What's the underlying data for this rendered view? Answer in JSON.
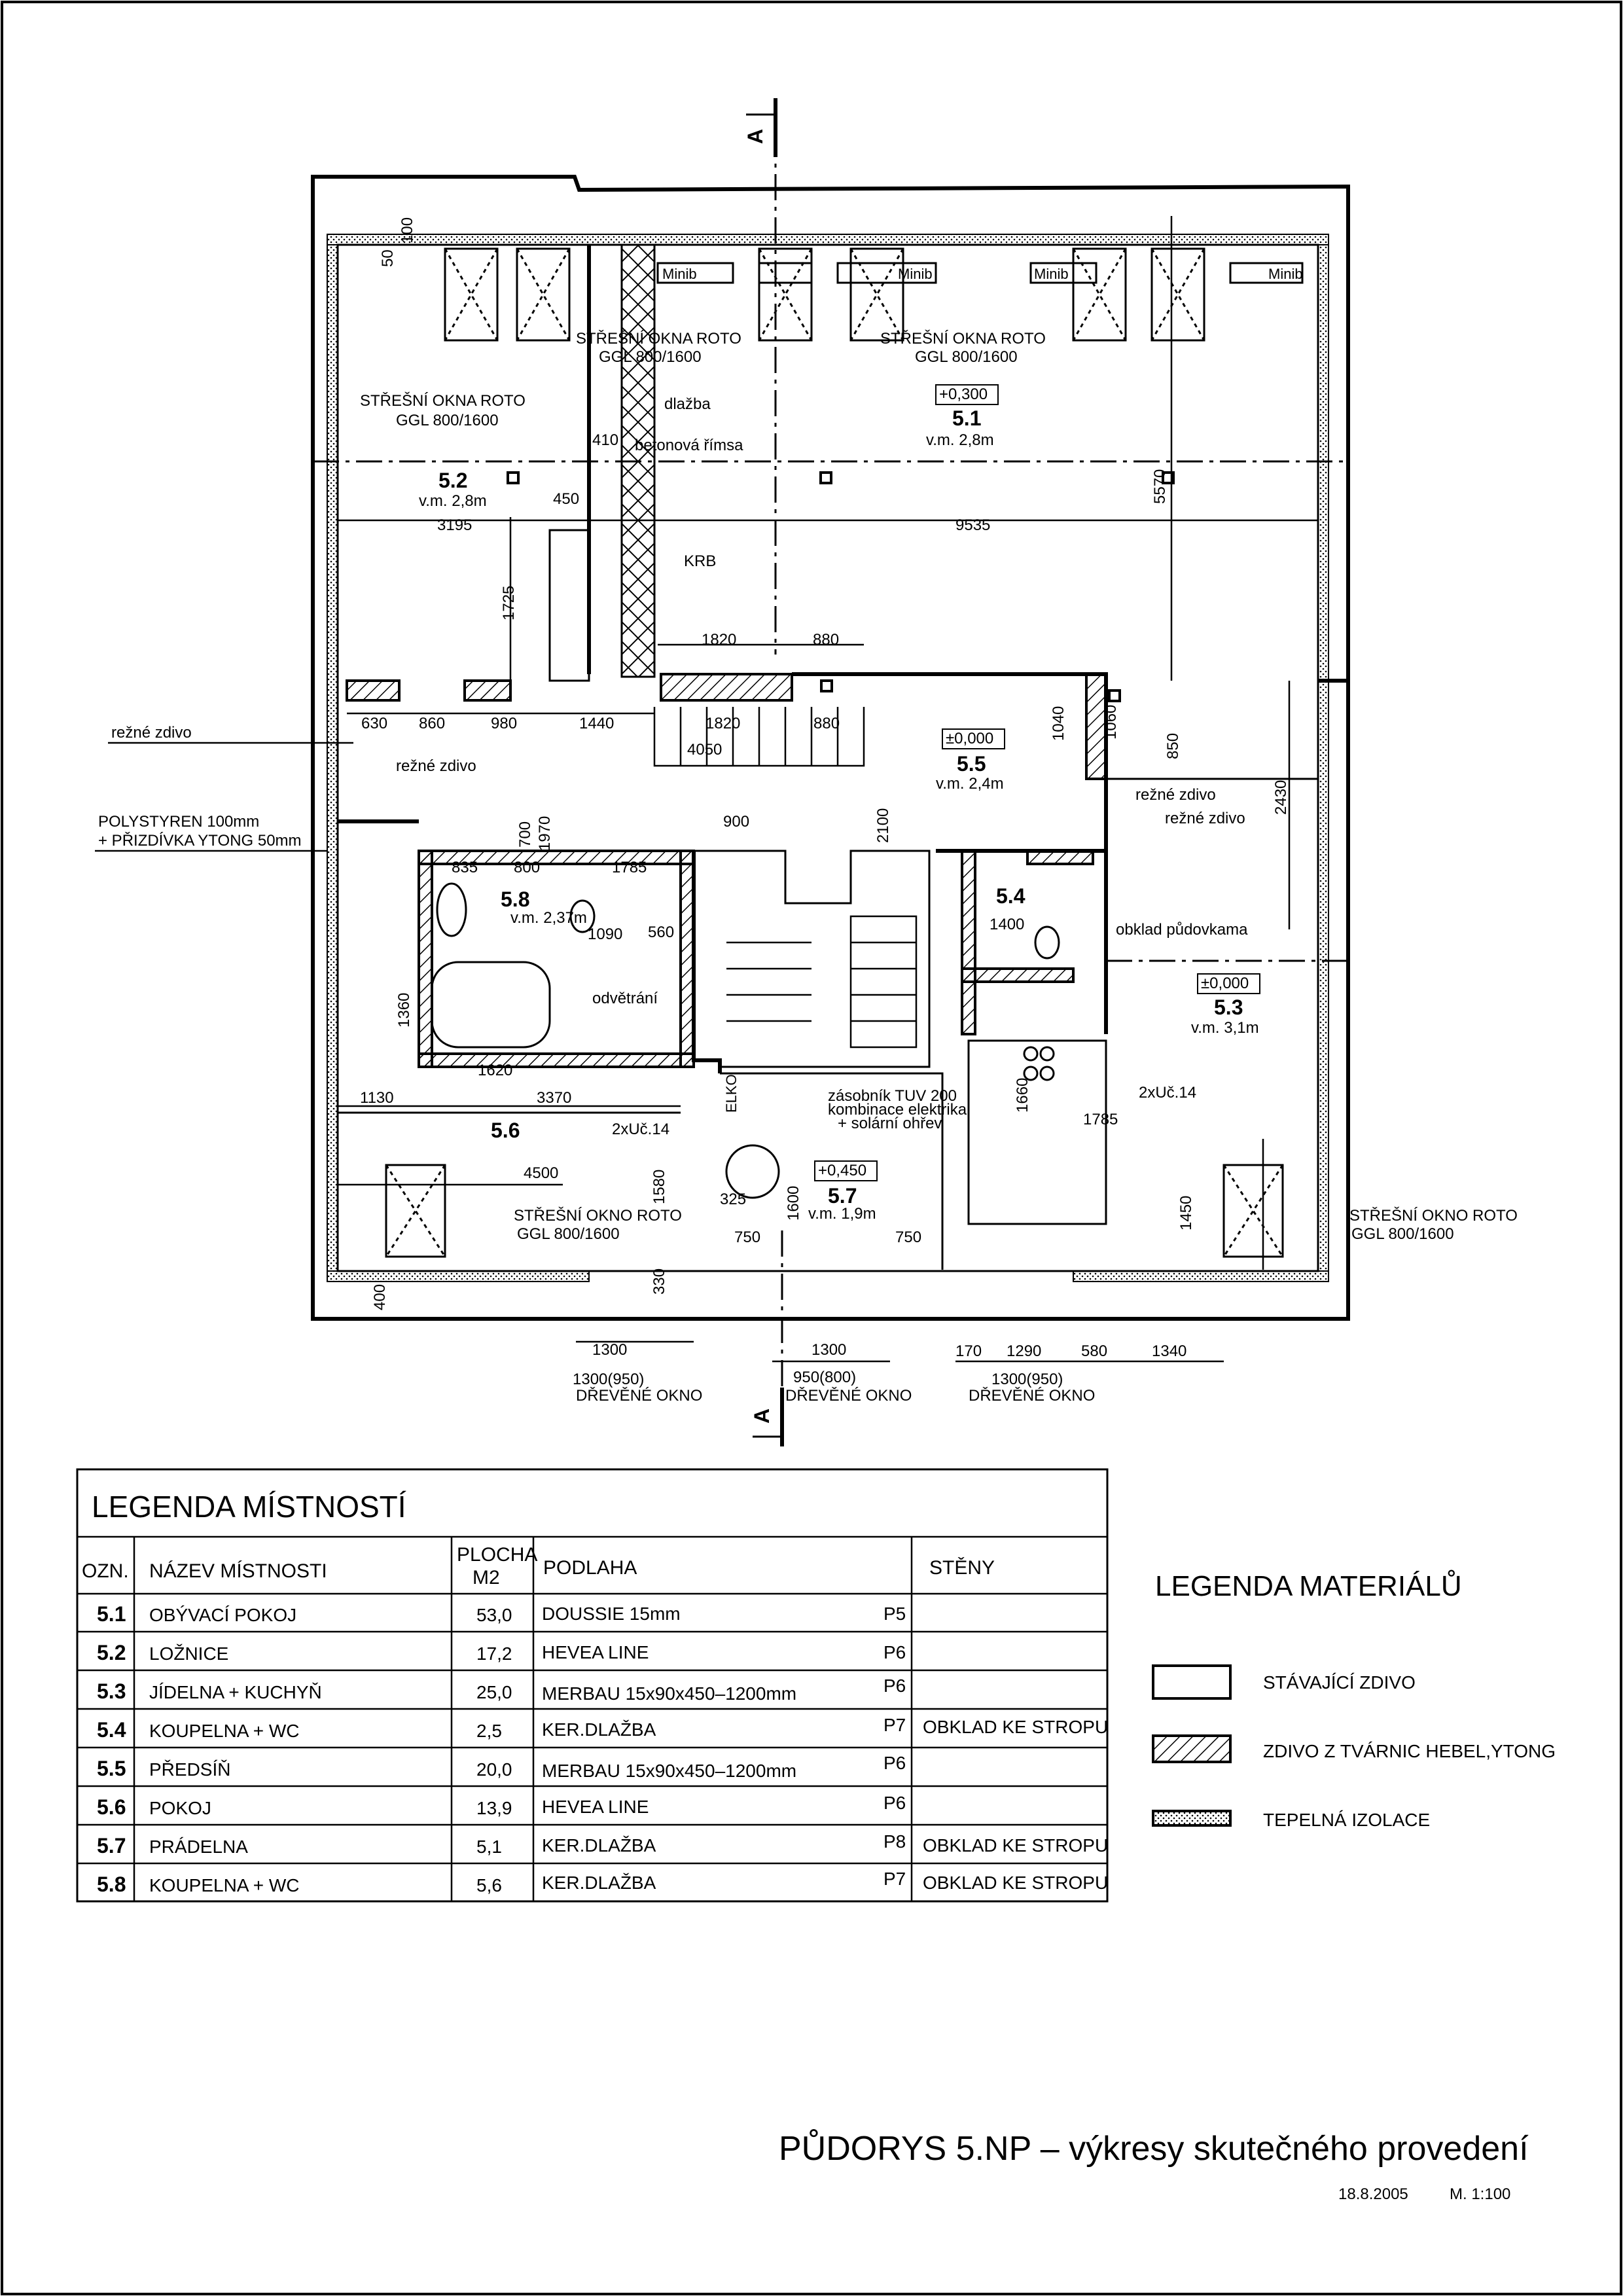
{
  "title": "PŮDORYS 5.NP – výkresy skutečného provedení",
  "date": "18.8.2005",
  "scale": "M. 1:100",
  "section_marker": "A",
  "rooms": [
    {
      "id": "5.1",
      "height": "v.m. 2,8m",
      "level": "+0,300"
    },
    {
      "id": "5.2",
      "height": "v.m. 2,8m"
    },
    {
      "id": "5.3",
      "height": "v.m. 3,1m",
      "level": "±0,000"
    },
    {
      "id": "5.4"
    },
    {
      "id": "5.5",
      "height": "v.m. 2,4m",
      "level": "±0,000"
    },
    {
      "id": "5.6"
    },
    {
      "id": "5.7",
      "height": "v.m. 1,9m",
      "level": "+0,450"
    },
    {
      "id": "5.8",
      "height": "v.m. 2,37m"
    }
  ],
  "notes": {
    "roof_window": "STŘEŠNÍ OKNA ROTO",
    "roof_window_single": "STŘEŠNÍ OKNO ROTO",
    "roof_window_type": "GGL 800/1600",
    "tiles": "dlažba",
    "cornice": "betonová římsa",
    "fireplace": "KRB",
    "exposed_masonry": "režné zdivo",
    "insulation_line1": "POLYSTYREN 100mm",
    "insulation_line2": "+ PŘIZDÍVKA YTONG 50mm",
    "cladding": "obklad půdovkama",
    "water_tank_1": "zásobník TUV 200",
    "water_tank_2": "kombinace elektrika",
    "water_tank_3": "+ solární ohřev",
    "vent": "odvětrání",
    "uc": "2xUč.14",
    "wood_window": "DŘEVĚNÉ OKNO",
    "minib": "Minib",
    "elko": "ELKO"
  },
  "dims": {
    "d1300": "1300",
    "d950": "1300(950)",
    "d950b": "950(800)",
    "d1290": "1290",
    "d1340": "1340",
    "d580": "580",
    "d170": "170",
    "d9535": "9535",
    "d3195": "3195",
    "d4500": "4500",
    "d1130": "1130",
    "d3370": "3370",
    "d1620": "1620",
    "d1820": "1820",
    "d880": "880",
    "d4050": "4050",
    "d1440": "1440",
    "d630": "630",
    "d860": "860",
    "d980": "980",
    "d900": "900",
    "d5570": "5570",
    "d2430": "2430",
    "d1450": "1450",
    "d1600": "1600",
    "d1725": "1725",
    "d400": "400",
    "d100": "100",
    "d50": "50",
    "d1040": "1040",
    "d1060": "1060",
    "d850": "850",
    "d1785": "1785",
    "d800": "800",
    "d835": "835",
    "d1970": "1970",
    "d700": "700",
    "d560": "560",
    "d1090": "1090",
    "d1360": "1360",
    "d1400": "1400",
    "d1660": "1660",
    "d1580": "1580",
    "d750": "750",
    "d325": "325",
    "d330": "330",
    "d410": "410",
    "d450": "450",
    "d2100": "2100"
  },
  "room_legend": {
    "title": "LEGENDA MÍSTNOSTÍ",
    "headers": [
      "OZN.",
      "NÁZEV MÍSTNOSTI",
      "PLOCHA",
      "M2",
      "PODLAHA",
      "STĚNY"
    ],
    "rows": [
      {
        "code": "5.1",
        "name": "OBÝVACÍ POKOJ",
        "area": "53,0",
        "floor": "DOUSSIE 15mm",
        "type": "P5",
        "walls": ""
      },
      {
        "code": "5.2",
        "name": "LOŽNICE",
        "area": "17,2",
        "floor": "HEVEA LINE",
        "type": "P6",
        "walls": ""
      },
      {
        "code": "5.3",
        "name": "JÍDELNA + KUCHYŇ",
        "area": "25,0",
        "floor": "MERBAU 15x90x450–1200mm",
        "type": "P6",
        "walls": ""
      },
      {
        "code": "5.4",
        "name": "KOUPELNA + WC",
        "area": "2,5",
        "floor": "KER.DLAŽBA",
        "type": "P7",
        "walls": "OBKLAD KE STROPU"
      },
      {
        "code": "5.5",
        "name": "PŘEDSÍŇ",
        "area": "20,0",
        "floor": "MERBAU 15x90x450–1200mm",
        "type": "P6",
        "walls": ""
      },
      {
        "code": "5.6",
        "name": "POKOJ",
        "area": "13,9",
        "floor": "HEVEA LINE",
        "type": "P6",
        "walls": ""
      },
      {
        "code": "5.7",
        "name": "PRÁDELNA",
        "area": "5,1",
        "floor": "KER.DLAŽBA",
        "type": "P8",
        "walls": "OBKLAD KE STROPU"
      },
      {
        "code": "5.8",
        "name": "KOUPELNA + WC",
        "area": "5,6",
        "floor": "KER.DLAŽBA",
        "type": "P7",
        "walls": "OBKLAD KE STROPU"
      }
    ]
  },
  "material_legend": {
    "title": "LEGENDA MATERIÁLŮ",
    "items": [
      {
        "label": "STÁVAJÍCÍ ZDIVO"
      },
      {
        "label": "ZDIVO Z TVÁRNIC HEBEL,YTONG"
      },
      {
        "label": "TEPELNÁ IZOLACE"
      }
    ]
  }
}
